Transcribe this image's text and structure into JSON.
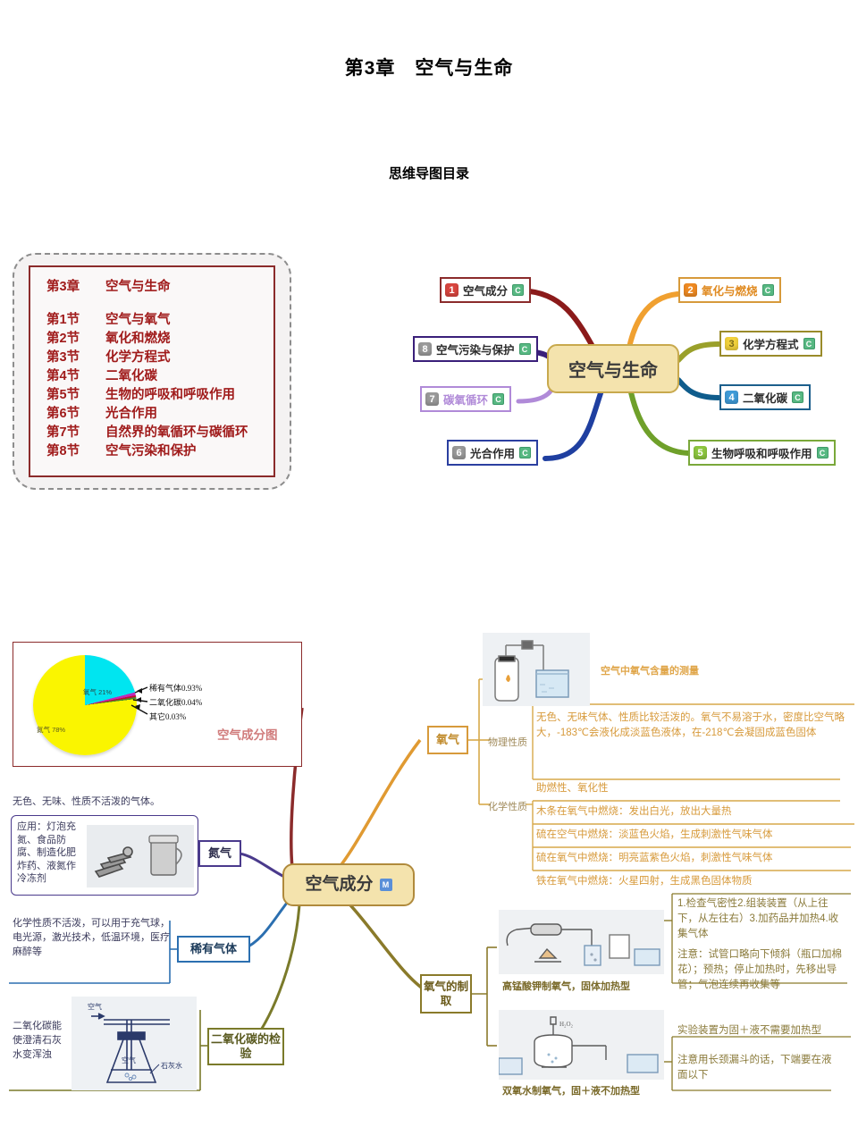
{
  "document": {
    "title": "第3章　空气与生命",
    "subtitle": "思维导图目录"
  },
  "toc": {
    "chapter_label": "第3章",
    "chapter_title": "空气与生命",
    "sections": [
      {
        "label": "第1节",
        "title": "空气与氧气"
      },
      {
        "label": "第2节",
        "title": "氧化和燃烧"
      },
      {
        "label": "第3节",
        "title": "化学方程式"
      },
      {
        "label": "第4节",
        "title": "二氧化碳"
      },
      {
        "label": "第5节",
        "title": "生物的呼吸和呼吸作用"
      },
      {
        "label": "第6节",
        "title": "光合作用"
      },
      {
        "label": "第7节",
        "title": "自然界的氧循环与碳循环"
      },
      {
        "label": "第8节",
        "title": "空气污染和保护"
      }
    ]
  },
  "mindmap": {
    "center": "空气与生命",
    "badge": "C",
    "nodes": [
      {
        "num": "1",
        "label": "空气成分",
        "num_color": "#d8453f",
        "border": "#8b2b2b",
        "text_color": "#2b2b2b",
        "link_color": "#8b1a1a"
      },
      {
        "num": "2",
        "label": "氧化与燃烧",
        "num_color": "#ef8a22",
        "border": "#d79a3b",
        "text_color": "#e08b22",
        "link_color": "#f0a030"
      },
      {
        "num": "3",
        "label": "化学方程式",
        "num_color": "#f2d23c",
        "border": "#9a8b2a",
        "text_color": "#3b3b3b",
        "link_color": "#9aa02a"
      },
      {
        "num": "4",
        "label": "二氧化碳",
        "num_color": "#3f9bd8",
        "border": "#1c5f8c",
        "text_color": "#2b2b2b",
        "link_color": "#0f5c8c"
      },
      {
        "num": "5",
        "label": "生物呼吸和呼吸作用",
        "num_color": "#8dc63f",
        "border": "#7aa83a",
        "text_color": "#2b2b2b",
        "link_color": "#6fa02a"
      },
      {
        "num": "6",
        "label": "光合作用",
        "num_color": "#9a9a9a",
        "border": "#2b3fa0",
        "text_color": "#2b2b2b",
        "link_color": "#1f3fa0"
      },
      {
        "num": "7",
        "label": "碳氧循环",
        "num_color": "#9a9a9a",
        "border": "#b08ad8",
        "text_color": "#b08ad8",
        "link_color": "#b08ad8"
      },
      {
        "num": "8",
        "label": "空气污染与保护",
        "num_color": "#9a9a9a",
        "border": "#3a1f7a",
        "text_color": "#2b2b2b",
        "link_color": "#3a1f7a"
      }
    ]
  },
  "chart_data": {
    "type": "pie",
    "title": "空气成分图",
    "categories": [
      "氮气",
      "氧气",
      "稀有气体",
      "二氧化碳",
      "其它"
    ],
    "values": [
      78,
      21,
      0.93,
      0.04,
      0.03
    ],
    "value_labels": [
      "氮气 78%",
      "氧气 21%",
      "稀有气体0.93%",
      "二氧化碳0.04%",
      "其它0.03%"
    ],
    "colors": [
      "#faf500",
      "#00e5f0",
      "#c32ab8",
      "#c01030",
      "#4a8a2a"
    ],
    "legend": "inline-callouts",
    "xlabel": "",
    "ylabel": ""
  },
  "diagram": {
    "center": "空气成分",
    "center_badge": "M",
    "branches": {
      "nitrogen": {
        "label": "氮气",
        "note": "无色、无味、性质不活泼的气体。",
        "application": "应用：灯泡充氮、食品防腐、制造化肥炸药、液氮作冷冻剂",
        "photo_alt": "灯泡与液氮罐照片"
      },
      "noble_gas": {
        "label": "稀有气体",
        "note": "化学性质不活泼，可以用于充气球，电光源，激光技术，低温环境，医疗麻醉等"
      },
      "co2_test": {
        "label": "二氧化碳的检验",
        "note": "二氧化碳能使澄清石灰水变浑浊",
        "photo_alt": "锥形瓶通气检验石灰水装置图",
        "photo_labels": [
          "空气",
          "空气",
          "石灰水"
        ]
      },
      "oxygen": {
        "label": "氧气",
        "measure_caption": "空气中氧气含量的测量",
        "physical_label": "物理性质",
        "physical_text": "无色、无味气体、性质比较活泼的。氧气不易溶于水，密度比空气略大，-183℃会液化成淡蓝色液体，在-218℃会凝固成蓝色固体",
        "chemical_label": "化学性质",
        "chemical_items": [
          "助燃性、氧化性",
          "木条在氧气中燃烧：发出白光，放出大量热",
          "硫在空气中燃烧：淡蓝色火焰，生成刺激性气味气体",
          "硫在氧气中燃烧：明亮蓝紫色火焰，刺激性气味气体",
          "铁在氧气中燃烧：火星四射，生成黑色固体物质"
        ]
      },
      "oxygen_prep": {
        "label": "氧气的制取",
        "method1": {
          "caption": "高锰酸钾制氧气，固体加热型",
          "steps": "1.检查气密性2.组装装置（从上往下，从左往右）3.加药品并加热4.收集气体",
          "notes": "注意：试管口略向下倾斜（瓶口加棉花）；预热；停止加热时，先移出导管；气泡连续再收集等",
          "photo_alt": "高锰酸钾加热制氧气装置图"
        },
        "method2": {
          "caption": "双氧水制氧气，固＋液不加热型",
          "steps": "实验装置为固＋液不需要加热型",
          "notes": "注意用长颈漏斗的话，下端要在液面以下",
          "photo_alt": "双氧水制氧气装置图",
          "photo_label": "H₂O₂"
        }
      }
    }
  }
}
